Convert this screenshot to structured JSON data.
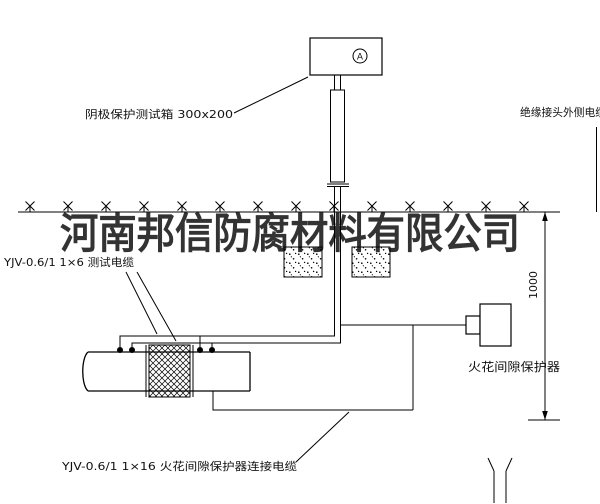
{
  "watermark": "河南邦信防腐材料有限公司",
  "labels": {
    "test_box": "阴极保护测试箱 300x200",
    "outer_cable": "绝缘接头外侧电缆",
    "test_cable": "YJV-0.6/1 1×6  测试电缆",
    "spark_gap_cable": "YJV-0.6/1 1×16  火花间隙保护器连接电缆",
    "spark_gap": "火花间隙保护器",
    "dimension": "1000",
    "meter": "A"
  },
  "colors": {
    "line": "#000000",
    "background": "#ffffff",
    "watermark": "#1a1a1a"
  }
}
